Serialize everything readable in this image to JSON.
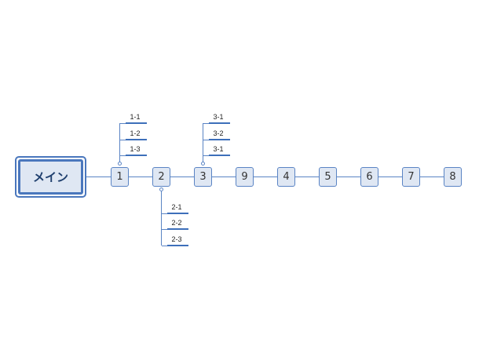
{
  "main": {
    "label": "メイン"
  },
  "chain": [
    {
      "label": "1",
      "subtopics": [
        "1-1",
        "1-2",
        "1-3"
      ],
      "side": "above"
    },
    {
      "label": "2",
      "subtopics": [
        "2-1",
        "2-2",
        "2-3"
      ],
      "side": "below"
    },
    {
      "label": "3",
      "subtopics": [
        "3-1",
        "3-2",
        "3-1"
      ],
      "side": "above"
    },
    {
      "label": "9",
      "subtopics": []
    },
    {
      "label": "4",
      "subtopics": []
    },
    {
      "label": "5",
      "subtopics": []
    },
    {
      "label": "6",
      "subtopics": []
    },
    {
      "label": "7",
      "subtopics": []
    },
    {
      "label": "8",
      "subtopics": []
    }
  ],
  "colors": {
    "line": "#5a84c4",
    "fill": "#dfe7f3",
    "underline": "#3d6fba",
    "main_border": "#4a77bd"
  }
}
